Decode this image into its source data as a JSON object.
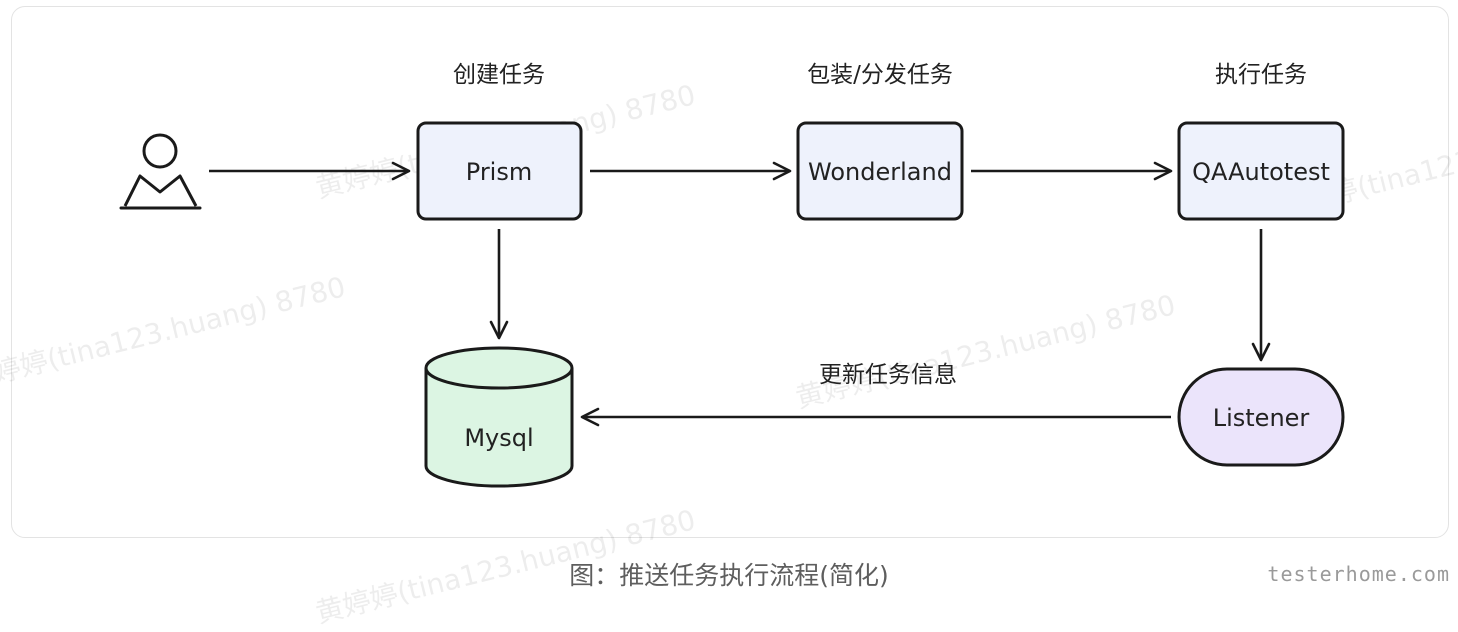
{
  "steps": {
    "create": "创建任务",
    "dispatch": "包装/分发任务",
    "execute": "执行任务",
    "update": "更新任务信息"
  },
  "nodes": {
    "prism": "Prism",
    "wonderland": "Wonderland",
    "qaautotest": "QAAutotest",
    "listener": "Listener",
    "mysql": "Mysql"
  },
  "colors": {
    "box_fill": "#eef2fc",
    "db_fill": "#dcf5e3",
    "listener_fill": "#ebe4fb",
    "stroke": "#1a1a1a"
  },
  "caption": "图：推送任务执行流程(简化)",
  "brand": "testerhome.com",
  "watermark": "黄婷婷(tina123.huang) 8780"
}
